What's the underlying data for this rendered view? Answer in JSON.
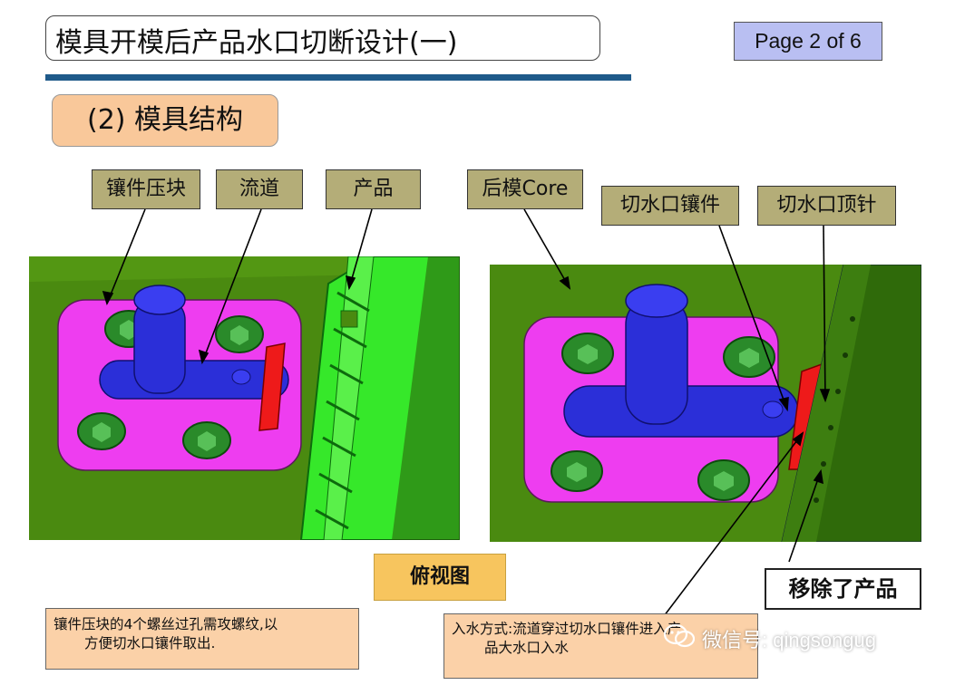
{
  "header": {
    "title": "模具开模后产品水口切断设计(一)",
    "page_indicator": "Page 2 of  6"
  },
  "section": {
    "heading": "(2)  模具结构"
  },
  "callouts_left": {
    "insert_block": "镶件压块",
    "runner": "流道",
    "product": "产品"
  },
  "callouts_right": {
    "core": "后模Core",
    "gate_cut_insert": "切水口镶件",
    "gate_cut_ejector": "切水口顶针"
  },
  "labels": {
    "top_view": "俯视图",
    "product_removed": "移除了产品"
  },
  "notes": {
    "left_line1": "镶件压块的4个螺丝过孔需攻螺纹,以",
    "left_line2": "方便切水口镶件取出.",
    "right_line1": "入水方式:流道穿过切水口镶件进入产",
    "right_line2": "品大水口入水"
  },
  "watermark": {
    "icon": "wechat-icon",
    "text": "微信号: qingsongug"
  },
  "colors": {
    "mold_green": "#4a8a10",
    "insert_magenta": "#ee3df0",
    "runner_blue": "#2b2fd8",
    "product_green": "#36e82a",
    "cut_insert_red": "#ee1a1a",
    "ejector_cyan": "#bfe8f4",
    "rule_blue": "#1f5a8a"
  }
}
